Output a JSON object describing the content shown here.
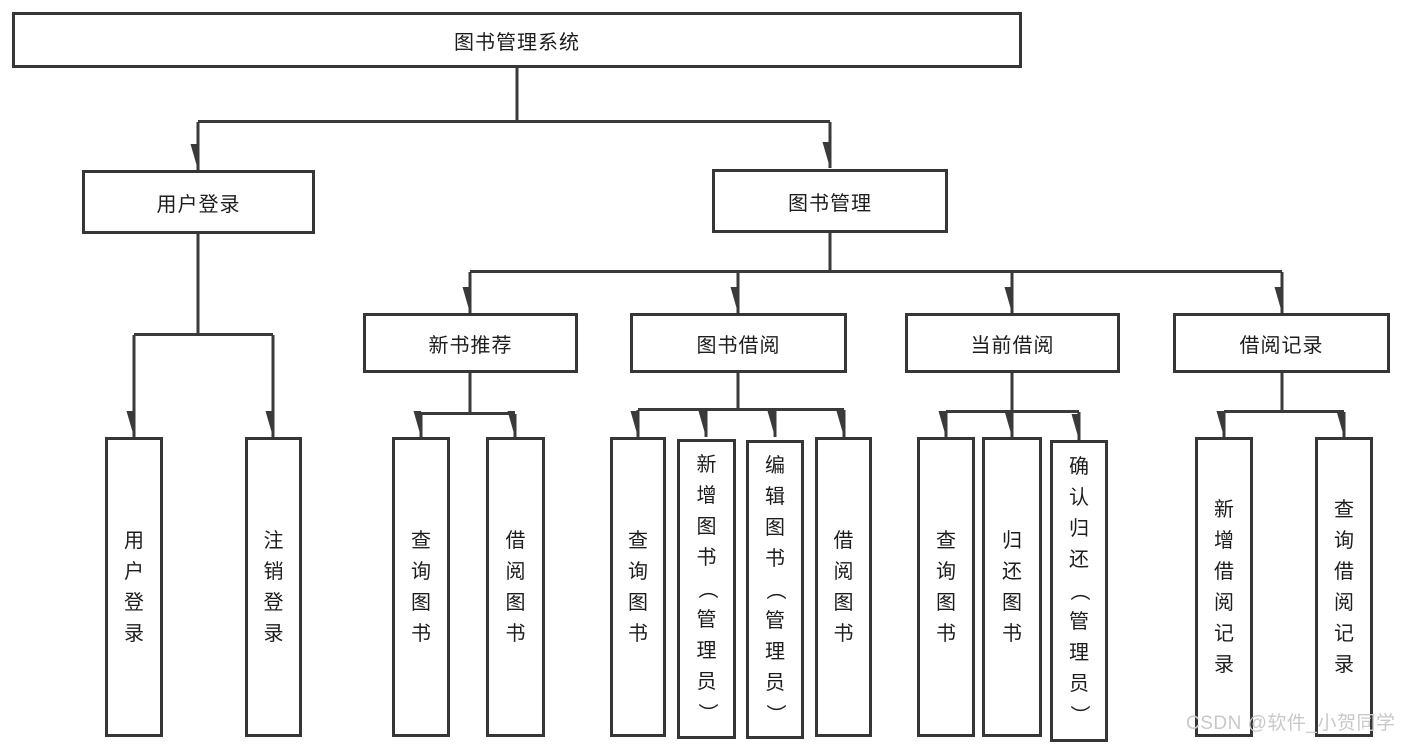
{
  "diagram": {
    "root": {
      "label": "图书管理系统"
    },
    "level2": {
      "user_login": {
        "label": "用户登录"
      },
      "book_mgmt": {
        "label": "图书管理"
      }
    },
    "level3": {
      "new_book_rec": {
        "label": "新书推荐"
      },
      "book_borrow": {
        "label": "图书借阅"
      },
      "current_borrow": {
        "label": "当前借阅"
      },
      "borrow_record": {
        "label": "借阅记录"
      }
    },
    "leaves": {
      "login_user_login": {
        "label": "用户登录"
      },
      "login_logout": {
        "label": "注销登录"
      },
      "rec_query_book": {
        "label": "查询图书"
      },
      "rec_borrow_book": {
        "label": "借阅图书"
      },
      "bb_query_book": {
        "label": "查询图书"
      },
      "bb_add_book": {
        "label": "新增图书（管理员）"
      },
      "bb_edit_book": {
        "label": "编辑图书（管理员）"
      },
      "bb_borrow_book": {
        "label": "借阅图书"
      },
      "cb_query_book": {
        "label": "查询图书"
      },
      "cb_return_book": {
        "label": "归还图书"
      },
      "cb_confirm_return": {
        "label": "确认归还（管理员）"
      },
      "br_add_record": {
        "label": "新增借阅记录"
      },
      "br_query_record": {
        "label": "查询借阅记录"
      }
    }
  },
  "watermark": "CSDN @软件_小贺同学",
  "colors": {
    "line": "#3a3a3a",
    "box_border": "#363636",
    "text": "#1d1d1d",
    "watermark": "#c9c9c9",
    "background": "#ffffff"
  }
}
